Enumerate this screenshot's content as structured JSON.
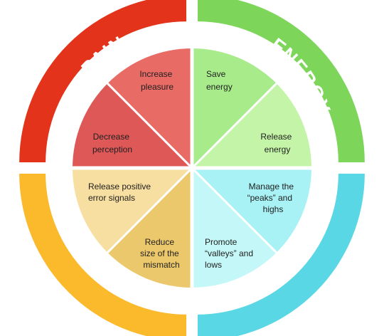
{
  "quadrants": {
    "pain": {
      "title": "PAIN",
      "color_outer": "#e3331b",
      "color_light": "#e96b66",
      "color_dark": "#dd5857",
      "wedges": [
        [
          "Increase",
          "pleasure"
        ],
        [
          "Decrease",
          "perception"
        ]
      ]
    },
    "energy": {
      "title": "ENERGY",
      "color_outer": "#7dd65a",
      "color_light": "#a7eb8b",
      "color_dark": "#c3f4a7",
      "wedges": [
        [
          "Save",
          "energy"
        ],
        [
          "Release",
          "energy"
        ]
      ]
    },
    "peaks": {
      "title": "PEAKS & VALLEYS",
      "color_outer": "#5ad7e4",
      "color_light": "#a8f2f5",
      "color_dark": "#c4f7f7",
      "wedges": [
        [
          "Manage the",
          "“peaks” and",
          "highs"
        ],
        [
          "Promote",
          "“valleys” and",
          "lows"
        ]
      ]
    },
    "error": {
      "title": "ERROR",
      "color_outer": "#fbb92c",
      "color_light": "#f7dea1",
      "color_dark": "#ecc86c",
      "wedges": [
        [
          "Release positive",
          "error signals"
        ],
        [
          "Reduce",
          "size of the",
          "mismatch"
        ]
      ]
    }
  }
}
